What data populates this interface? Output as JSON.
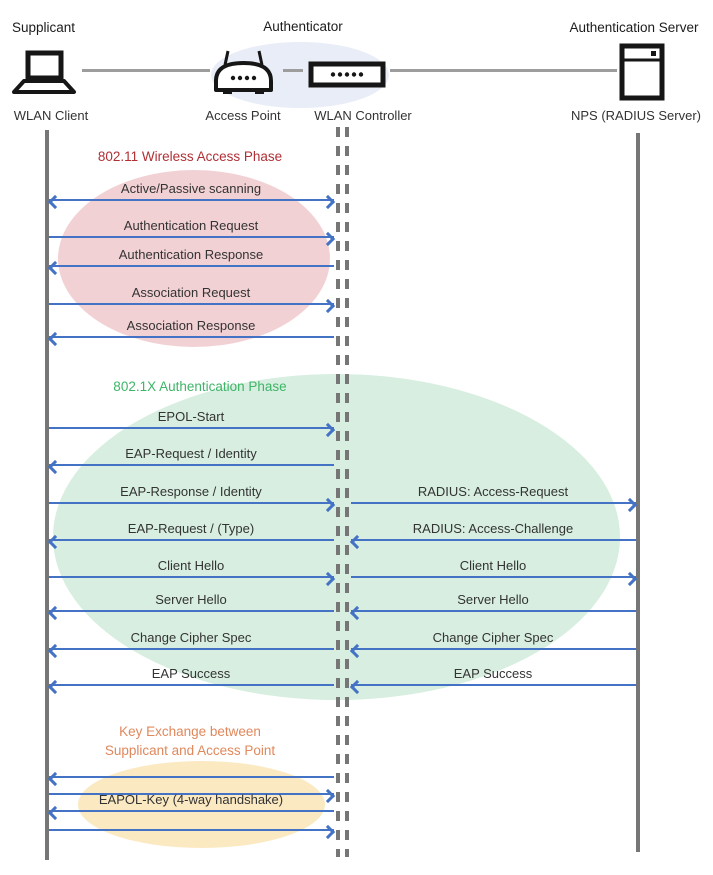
{
  "colors": {
    "arrow_blue": "#4472c4",
    "lifeline_gray": "#767676",
    "phase_red": "#b02f35",
    "phase_green": "#3eb568",
    "phase_orange": "#e0885c",
    "ellipse_pink": "#f2d1d4",
    "ellipse_green": "#d7eee0",
    "ellipse_yellow": "#fbe9c2",
    "ellipse_blue": "#e9edf7"
  },
  "actors": {
    "supplicant": {
      "role": "Supplicant",
      "device": "WLAN Client"
    },
    "authenticator": {
      "role": "Authenticator",
      "access_point": "Access Point",
      "controller": "WLAN Controller"
    },
    "server": {
      "role": "Authentication Server",
      "device": "NPS (RADIUS Server)"
    }
  },
  "phases": {
    "wireless": {
      "title": "802.11 Wireless Access Phase"
    },
    "dot1x": {
      "title": "802.1X Authentication Phase"
    },
    "key_exchange": {
      "line1": "Key Exchange between",
      "line2": "Supplicant and Access Point"
    }
  },
  "messages": {
    "client_ap": [
      {
        "label": "Active/Passive scanning",
        "direction": "both"
      },
      {
        "label": "Authentication Request",
        "direction": "right"
      },
      {
        "label": "Authentication Response",
        "direction": "left"
      },
      {
        "label": "Association Request",
        "direction": "right"
      },
      {
        "label": "Association Response",
        "direction": "left"
      },
      {
        "label": "EPOL-Start",
        "direction": "right"
      },
      {
        "label": "EAP-Request / Identity",
        "direction": "left"
      },
      {
        "label": "EAP-Response / Identity",
        "direction": "right"
      },
      {
        "label": "EAP-Request / (Type)",
        "direction": "left"
      },
      {
        "label": "Client Hello",
        "direction": "right"
      },
      {
        "label": "Server Hello",
        "direction": "left"
      },
      {
        "label": "Change Cipher Spec",
        "direction": "left"
      },
      {
        "label": "EAP Success",
        "direction": "left"
      },
      {
        "label": "",
        "direction": "left"
      },
      {
        "label": "",
        "direction": "right"
      },
      {
        "label": "EAPOL-Key (4-way handshake)",
        "direction": "left"
      },
      {
        "label": "",
        "direction": "right"
      }
    ],
    "ap_server": [
      {
        "label": "RADIUS: Access-Request",
        "direction": "right"
      },
      {
        "label": "RADIUS: Access-Challenge",
        "direction": "left"
      },
      {
        "label": "Client Hello",
        "direction": "right"
      },
      {
        "label": "Server Hello",
        "direction": "left"
      },
      {
        "label": "Change Cipher Spec",
        "direction": "left"
      },
      {
        "label": "EAP Success",
        "direction": "left"
      }
    ]
  }
}
